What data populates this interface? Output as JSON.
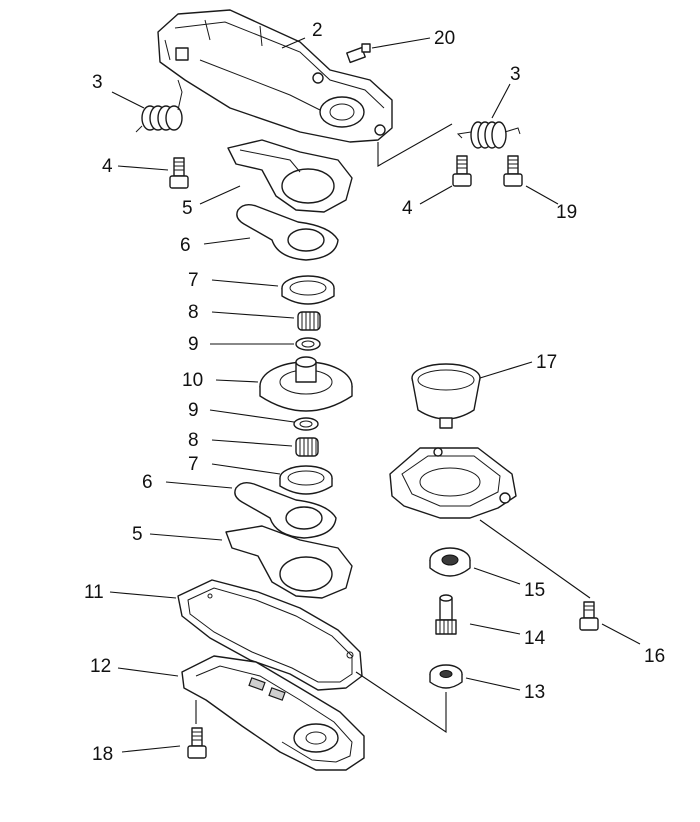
{
  "callouts": {
    "n2": "2",
    "n20": "20",
    "n3a": "3",
    "n3b": "3",
    "n4a": "4",
    "n4b": "4",
    "n19": "19",
    "n5a": "5",
    "n6a": "6",
    "n7a": "7",
    "n8a": "8",
    "n9a": "9",
    "n10": "10",
    "n9b": "9",
    "n8b": "8",
    "n7b": "7",
    "n6b": "6",
    "n5b": "5",
    "n17": "17",
    "n11": "11",
    "n12": "12",
    "n15": "15",
    "n14": "14",
    "n16": "16",
    "n13": "13",
    "n18": "18"
  },
  "colors": {
    "line": "#111111",
    "background": "#ffffff",
    "shade": "#cfcfcf"
  }
}
